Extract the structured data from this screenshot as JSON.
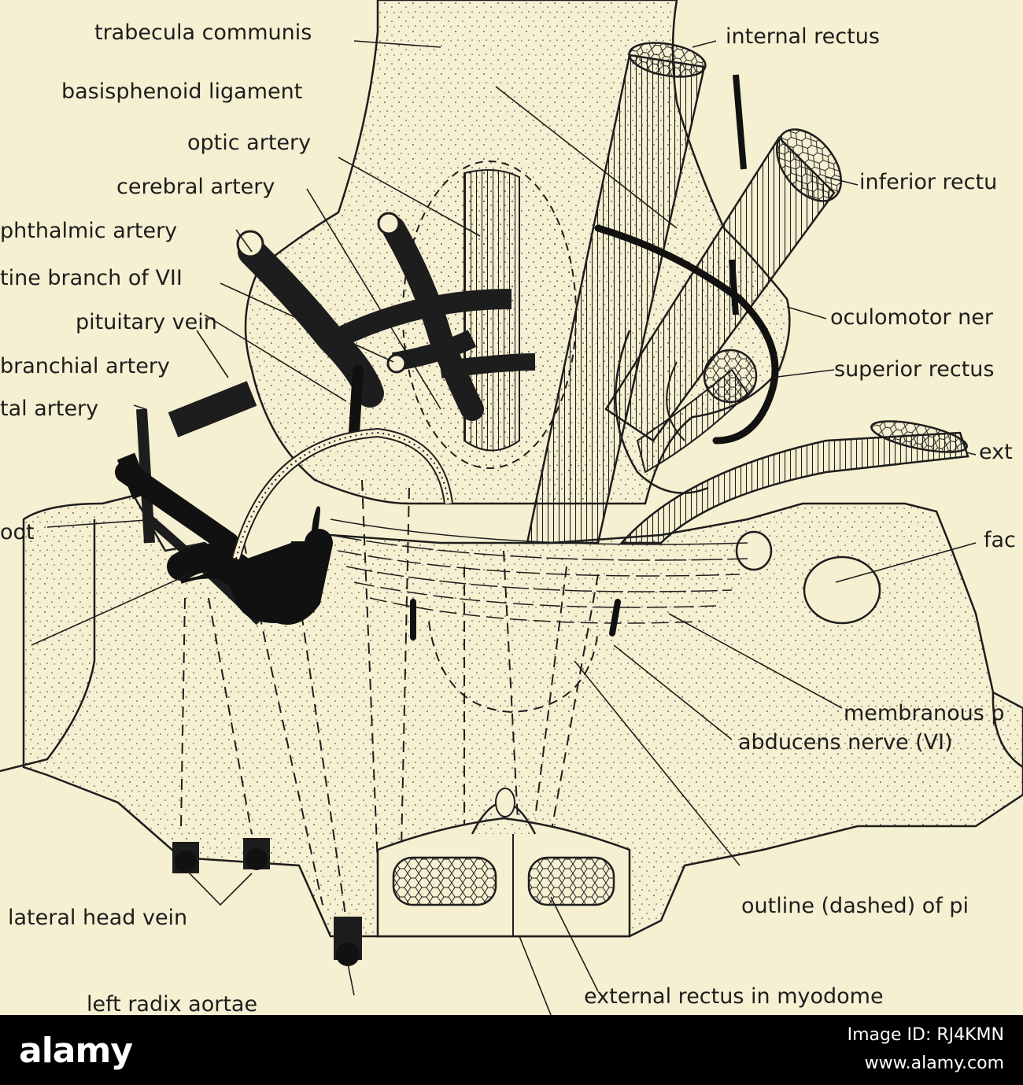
{
  "labels": {
    "trabecula_communis": "trabecula communis",
    "internal_rectus": "internal rectus",
    "basisphenoid_ligament": "basisphenoid ligament",
    "optic_artery": "optic artery",
    "inferior_rectus": "inferior rectu",
    "cerebral_artery": "cerebral artery",
    "ophthalmic_artery": "phthalmic artery",
    "palatine_branch": "tine branch of VII",
    "oculomotor_nerve": "oculomotor ner",
    "pituitary_vein": "pituitary vein",
    "branchial_artery": "branchial artery",
    "superior_rectus": "superior rectus",
    "lateral_artery": "tal artery",
    "external_rectus": "ext",
    "root": "oot",
    "facial": "fac",
    "membranous": "membranous p",
    "abducens_nerve": "abducens nerve (VI)",
    "lateral_head_vein": "lateral head vein",
    "outline_pituitary": "outline (dashed) of pi",
    "left_radix_aortae": "left radix aortae",
    "external_rectus_myodome": "external rectus in myodome"
  },
  "footer": {
    "logo_text": "alamy",
    "stock_image_id": "Image ID: RJ4KMN",
    "site": "www.alamy.com"
  },
  "colors": {
    "paper": "#f6f0d2",
    "ink": "#1d1d1d",
    "footer_bg": "#000000",
    "footer_text": "#ffffff"
  }
}
